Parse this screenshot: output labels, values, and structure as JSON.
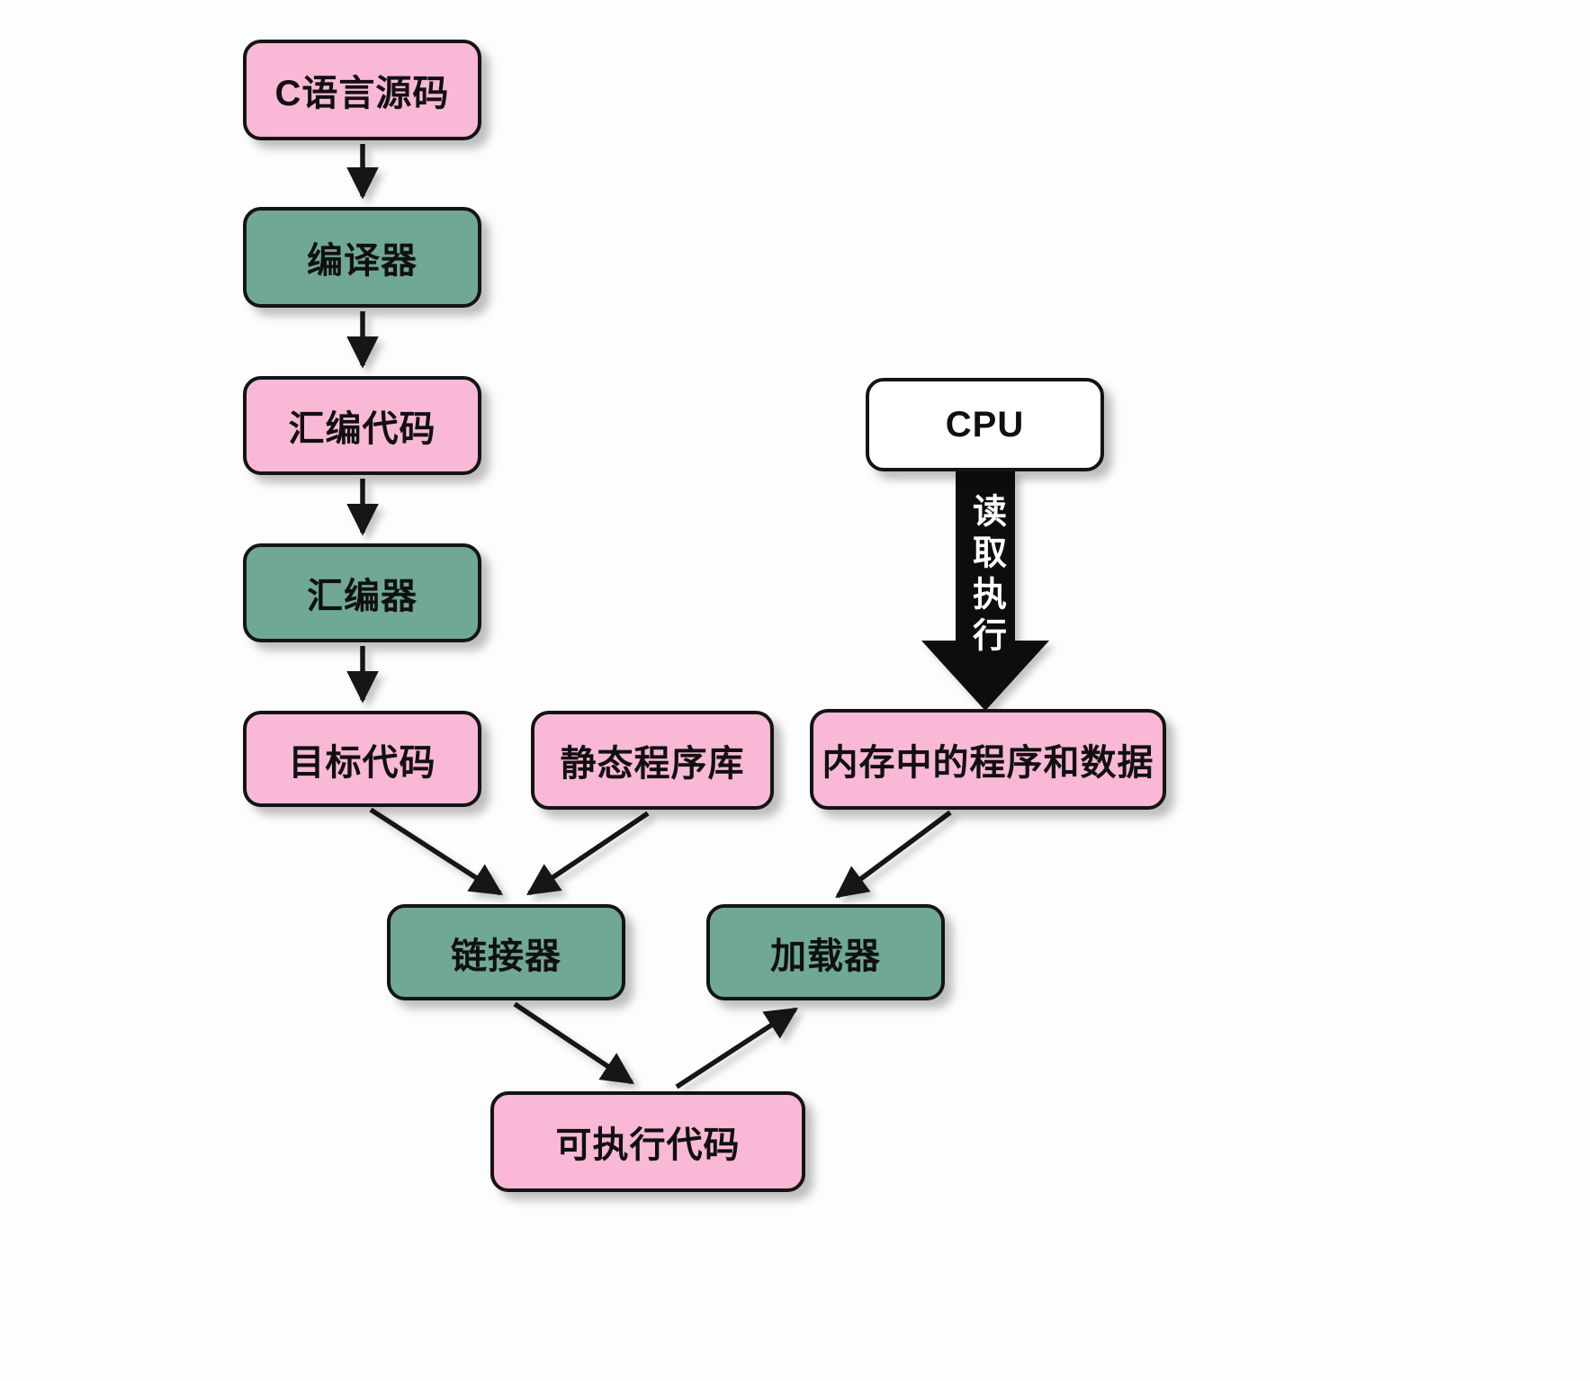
{
  "diagram": {
    "title": "C compilation and execution flow",
    "nodes": [
      {
        "id": "c-source",
        "label": "C语言源码",
        "type": "pink"
      },
      {
        "id": "compiler",
        "label": "编译器",
        "type": "teal"
      },
      {
        "id": "asm-code",
        "label": "汇编代码",
        "type": "pink"
      },
      {
        "id": "assembler",
        "label": "汇编器",
        "type": "teal"
      },
      {
        "id": "object-code",
        "label": "目标代码",
        "type": "pink"
      },
      {
        "id": "static-lib",
        "label": "静态程序库",
        "type": "pink"
      },
      {
        "id": "cpu",
        "label": "CPU",
        "type": "white"
      },
      {
        "id": "memory",
        "label": "内存中的程序和数据",
        "type": "pink"
      },
      {
        "id": "linker",
        "label": "链接器",
        "type": "teal"
      },
      {
        "id": "loader",
        "label": "加载器",
        "type": "teal"
      },
      {
        "id": "executable",
        "label": "可执行代码",
        "type": "pink"
      }
    ],
    "cpu_arrow_label": "读取执行",
    "edges": [
      {
        "from": "c-source",
        "to": "compiler"
      },
      {
        "from": "compiler",
        "to": "asm-code"
      },
      {
        "from": "asm-code",
        "to": "assembler"
      },
      {
        "from": "assembler",
        "to": "object-code"
      },
      {
        "from": "object-code",
        "to": "linker"
      },
      {
        "from": "static-lib",
        "to": "linker"
      },
      {
        "from": "cpu",
        "to": "memory",
        "label": "读取执行"
      },
      {
        "from": "memory",
        "to": "loader"
      },
      {
        "from": "linker",
        "to": "executable"
      },
      {
        "from": "executable",
        "to": "loader"
      }
    ],
    "colors": {
      "pink": "#F9B8D6",
      "teal": "#6FA896",
      "white": "#FFFFFF",
      "border": "#141414"
    }
  }
}
